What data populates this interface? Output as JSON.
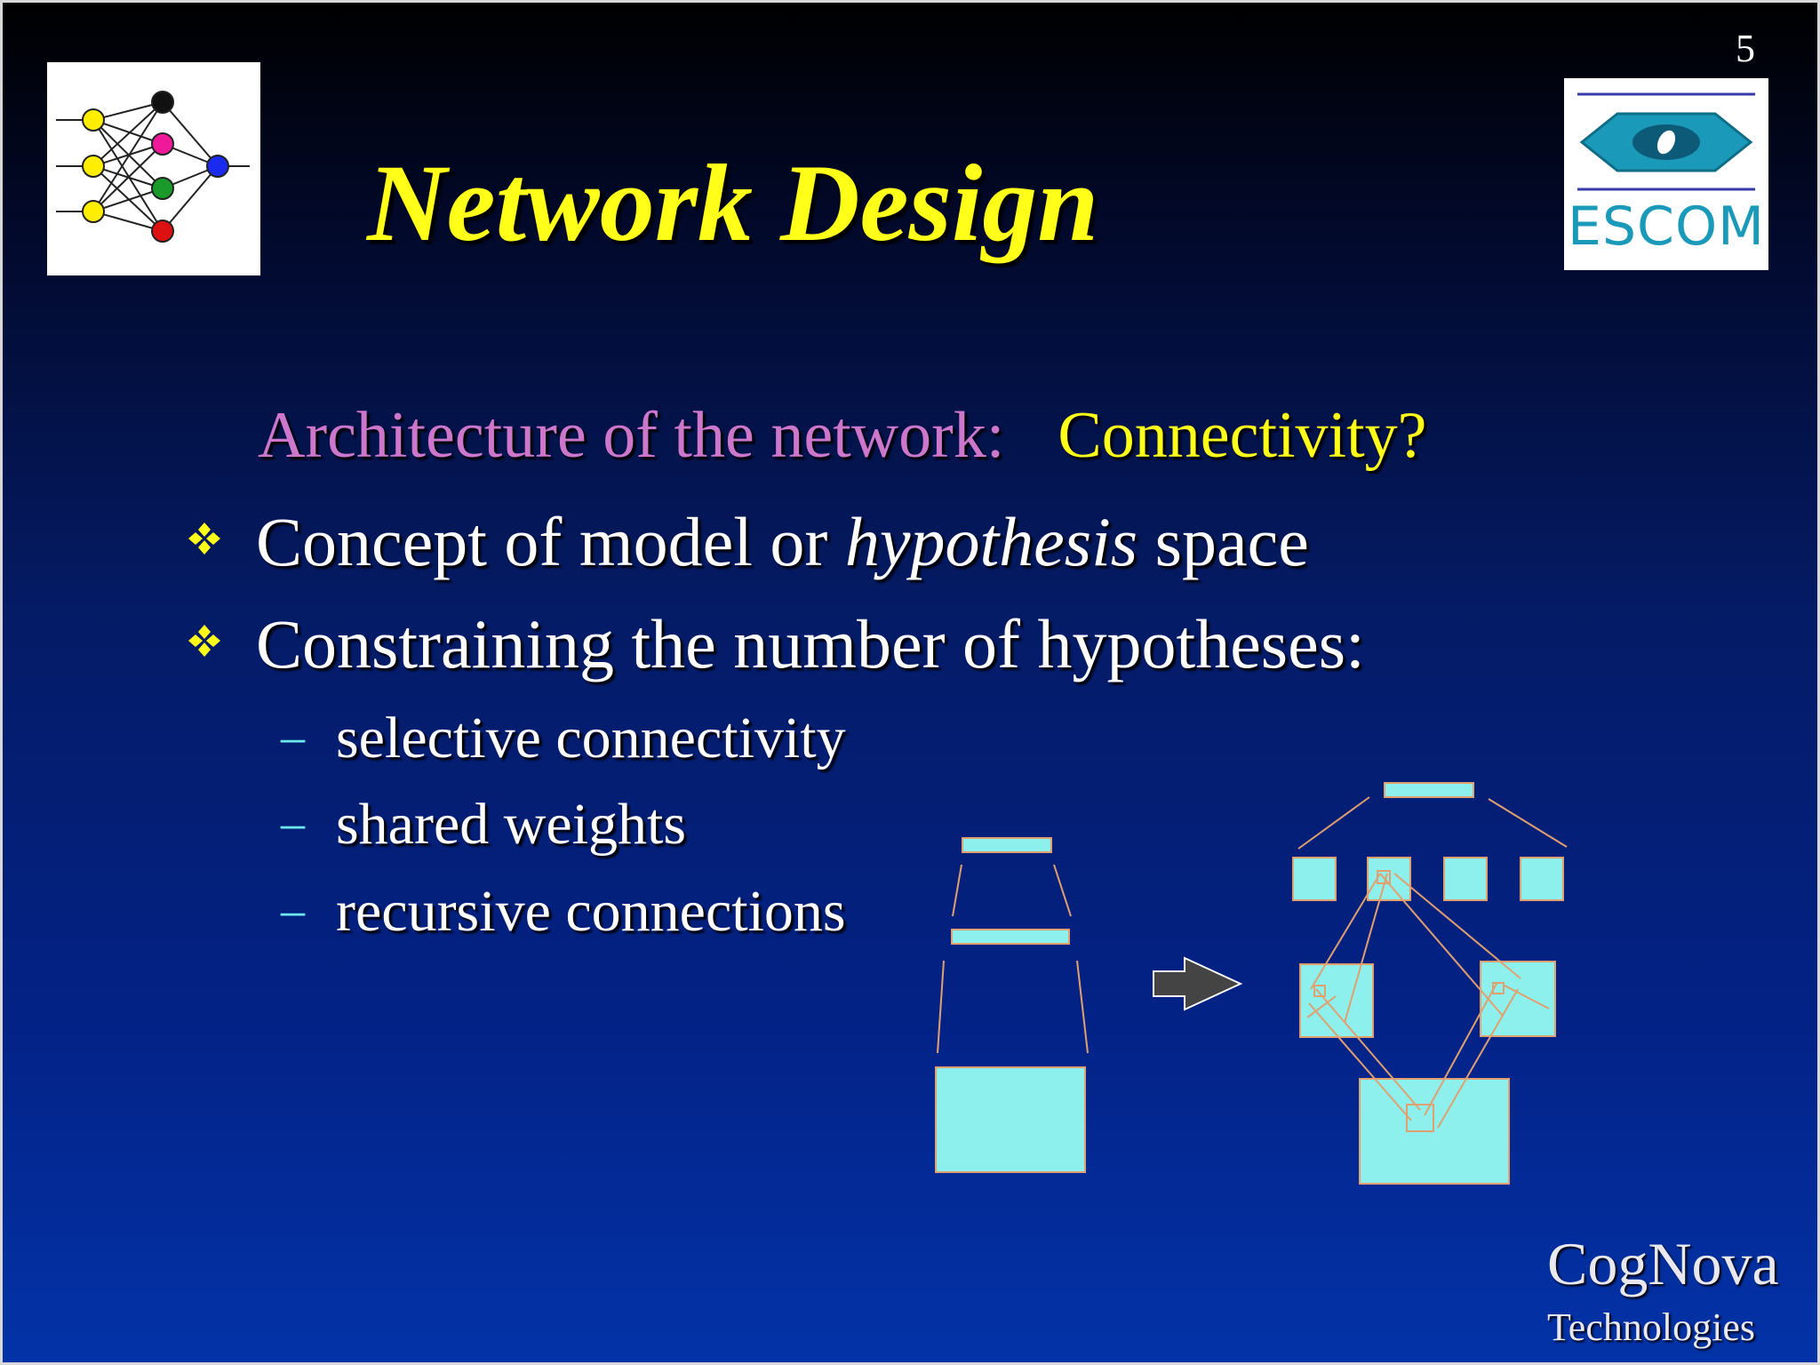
{
  "slide": {
    "number": "5",
    "title": "Network Design",
    "subheading_label": "Architecture of the network:",
    "subheading_question": "Connectivity?",
    "bullets": [
      {
        "before": "Concept of model or ",
        "emphasis": "hypothesis",
        "after": " space"
      },
      {
        "text": "Constraining the number of hypotheses:"
      }
    ],
    "sub_items": [
      {
        "dash": "–",
        "text": "selective connectivity"
      },
      {
        "dash": "–",
        "text": "shared weights"
      },
      {
        "dash": "–",
        "text": "recursive connections"
      }
    ]
  },
  "logos": {
    "left": {
      "icon": "neural-network-icon"
    },
    "right": {
      "icon": "escom-eye-icon",
      "text": "ESCOM"
    }
  },
  "brand": {
    "name": "CogNova",
    "subtitle": "Technologies"
  },
  "colors": {
    "title": "#ffff1a",
    "subheading_label": "#cc77cc",
    "body_text": "#ffffff",
    "bullet_mark": "#ffff1a",
    "dash": "#6ee8ee",
    "diagram_fill": "#8ef0ec",
    "diagram_stroke": "#e0a070",
    "arrow_fill": "#444444",
    "background_top": "#000000",
    "background_bottom": "#0333a8"
  }
}
